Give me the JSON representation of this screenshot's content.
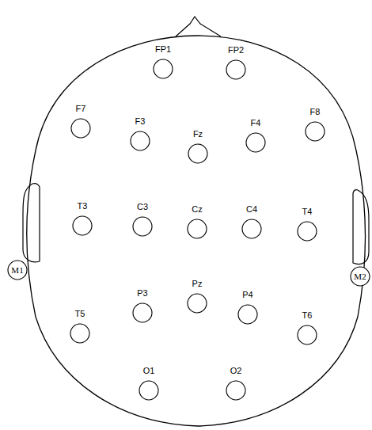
{
  "diagram": {
    "nodes": [
      {
        "text": [
          "FP1"
        ]
      },
      {
        "text": [
          "FP2"
        ]
      },
      {
        "text": [
          "F7"
        ]
      },
      {
        "text": [
          "F3"
        ]
      },
      {
        "text": [
          "Fz"
        ]
      },
      {
        "text": [
          "F4"
        ]
      },
      {
        "text": [
          "F8"
        ]
      },
      {
        "text": [
          "T3"
        ]
      },
      {
        "text": [
          "C3"
        ]
      },
      {
        "text": [
          "Cz"
        ]
      },
      {
        "text": [
          "C4"
        ]
      },
      {
        "text": [
          "T4"
        ]
      },
      {
        "text": [
          "M1"
        ]
      },
      {
        "text": [
          "M2"
        ]
      },
      {
        "text": [
          "P3"
        ]
      },
      {
        "text": [
          "Pz"
        ]
      },
      {
        "text": [
          "P4"
        ]
      },
      {
        "text": [
          "T5"
        ]
      },
      {
        "text": [
          "T6"
        ]
      },
      {
        "text": [
          "O1"
        ]
      },
      {
        "text": [
          "O2"
        ]
      }
    ]
  }
}
